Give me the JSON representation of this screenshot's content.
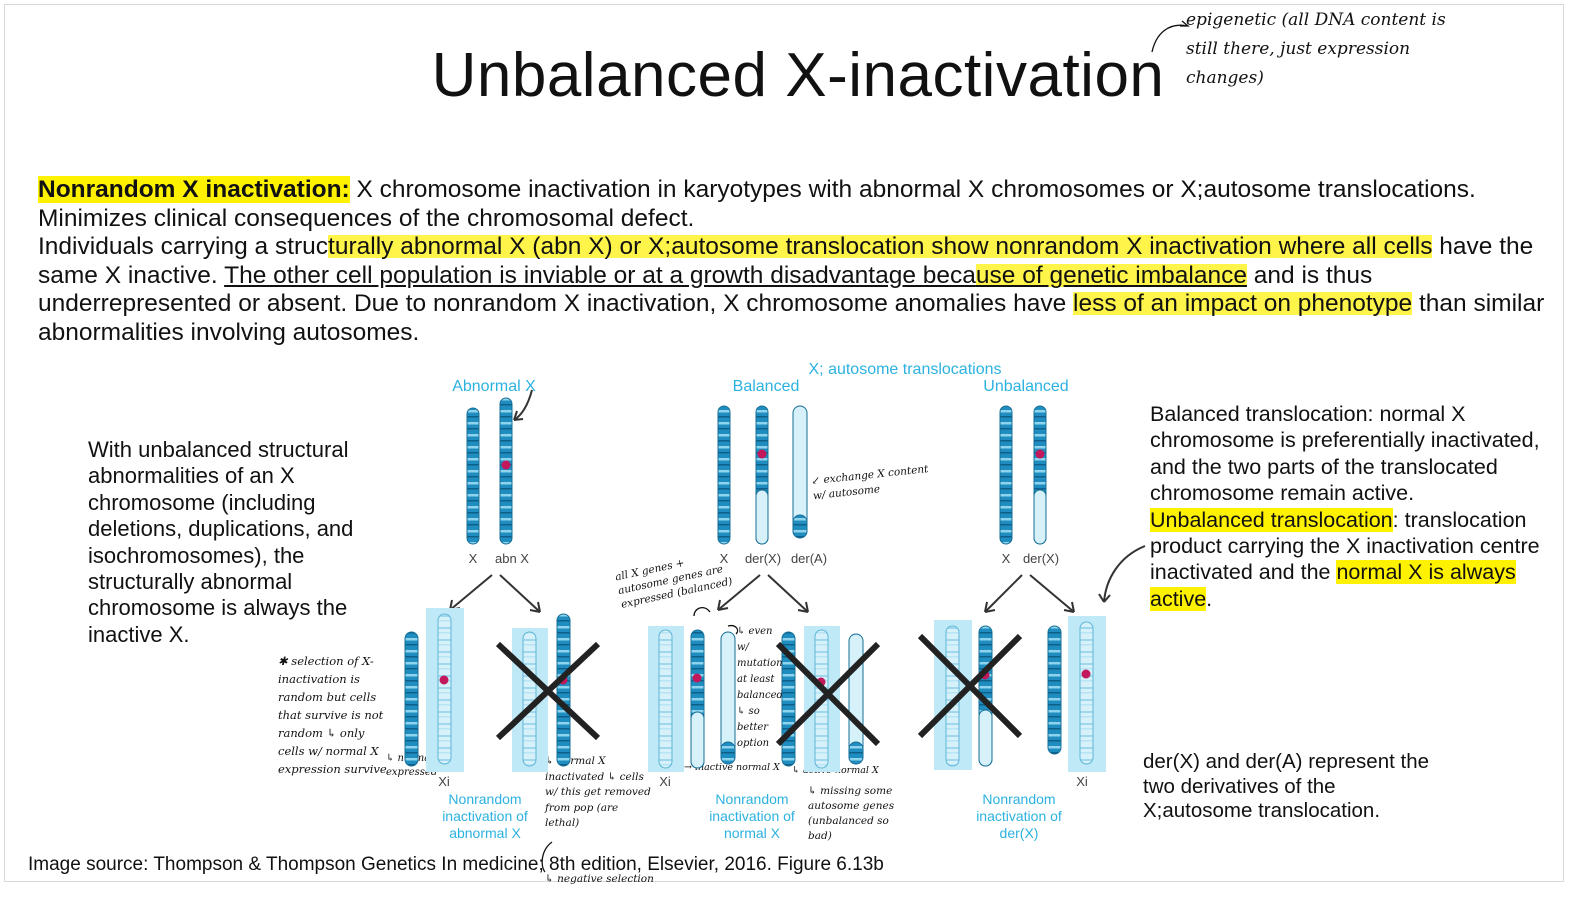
{
  "title": "Unbalanced X-inactivation",
  "handwritten_top_note": "epigenetic (all DNA content is still there, just expression changes)",
  "intro": {
    "term": "Nonrandom X inactivation:",
    "definition": " X chromosome inactivation in karyotypes with abnormal X chromosomes or X;autosome translocations. Minimizes clinical consequences of the chromosomal defect.",
    "p2_a": "Individuals carrying a struc",
    "p2_b": "turally abnormal X (abn X) or X;autosome translocation show nonrandom X inactivation where all cells",
    "p2_c": " have the same X inactive. ",
    "p2_d": "The other cell population is inviable or at a growth disadvantage beca",
    "p2_e": "use of genetic imbalance",
    "p2_f": " and is thus underrepresented or absent. Due to nonrandom X inactivation, X chromosome anomalies have ",
    "p2_g": "less of an impact on phenotype",
    "p2_h": " than similar abnormalities involving autosomes."
  },
  "left_text": "With unbalanced structural abnormalities of an X chromosome (including deletions, duplications, and isochromosomes), the structurally abnormal chromosome is always the inactive X.",
  "right_text": {
    "balanced": "Balanced translocation: normal X chromosome is preferentially inactivated, and the two parts of the translocated chromosome remain active.",
    "unbalanced_term": "Unbalanced translocation",
    "unbalanced_colon": ":",
    "unbalanced_desc": " translocation product carrying the X inactivation centre inactivated and the ",
    "unbalanced_hl": "normal X is always active",
    "unbalanced_end": "."
  },
  "der_note": "der(X) and der(A) represent the two derivatives of the X;autosome translocation.",
  "source": "Image source: Thompson & Thompson Genetics In medicine; 8th edition, Elsevier, 2016. Figure 6.13b",
  "figure": {
    "header_translocations": "X; autosome translocations",
    "col_abnormal": "Abnormal X",
    "col_balanced": "Balanced",
    "col_unbalanced": "Unbalanced",
    "lbl_x_1": "X",
    "lbl_abnx": "abn X",
    "lbl_x_2": "X",
    "lbl_derx_1": "der(X)",
    "lbl_dera": "der(A)",
    "lbl_x_3": "X",
    "lbl_derx_2": "der(X)",
    "xi_1": "Xi",
    "xi_2": "Xi",
    "xi_3": "Xi",
    "caption_1": [
      "Nonrandom",
      "inactivation of",
      "abnormal X"
    ],
    "caption_2": [
      "Nonrandom",
      "inactivation of",
      "normal X"
    ],
    "caption_3": [
      "Nonrandom",
      "inactivation of",
      "der(X)"
    ]
  },
  "hand_notes": {
    "selection": "✱ selection of X-inactivation is random but cells that survive is not random ↳ only cells w/ normal X expression survive",
    "normal_x": "↳ normal X expressed",
    "inactivated": "↳ normal X inactivated ↳ cells w/ this get removed from pop (are lethal)",
    "negative": "↳ negative selection",
    "all_genes": "all X genes + autosome genes are expressed (balanced)",
    "even_mutation": "↳ even w/ mutation at least balanced ↳ so better option",
    "exchange": "↙ exchange X content w/ autosome",
    "inactive_normal": "→ inactive normal X",
    "active_normal": "↳ active normal X",
    "missing": "↳ missing some autosome genes (unbalanced so bad)"
  },
  "colors": {
    "chromosome_dark": "#1f8dbf",
    "chromosome_light": "#bfe9f6",
    "centromere": "#c2185b",
    "highlight": "#fff200",
    "label_blue": "#2cb2e0"
  }
}
